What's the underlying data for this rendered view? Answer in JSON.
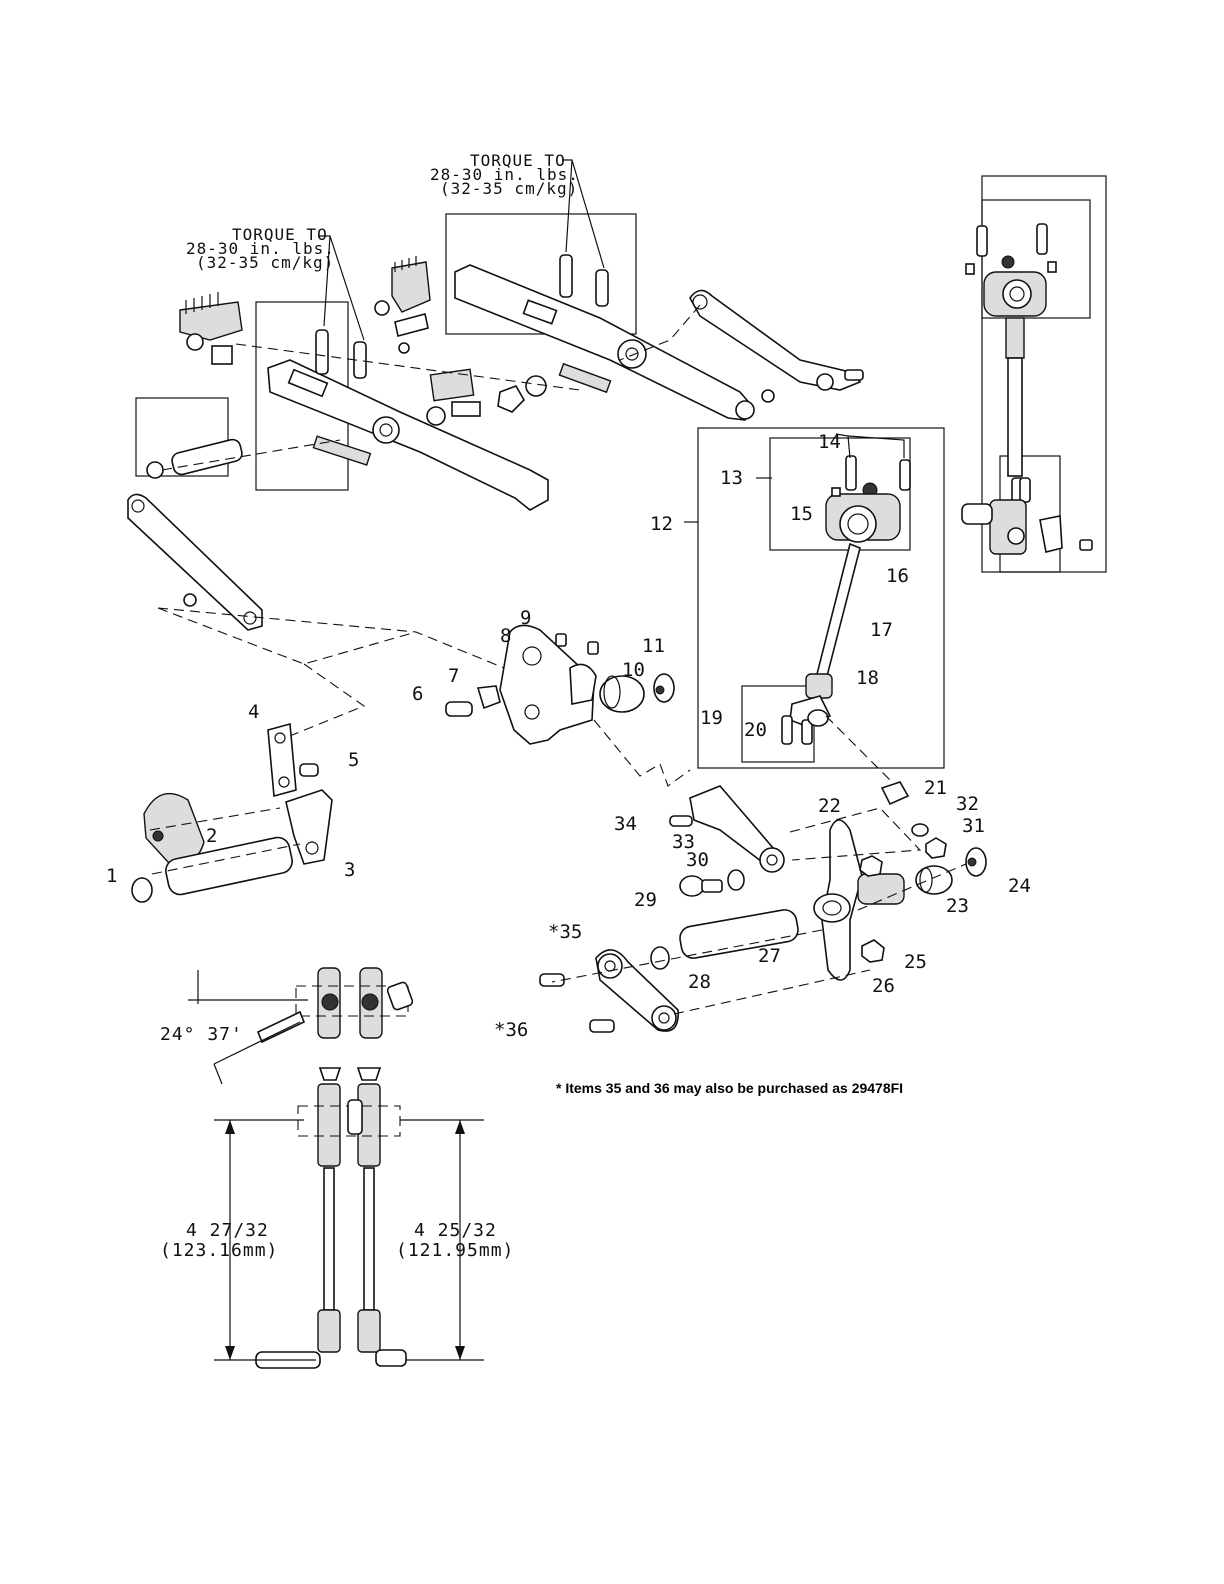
{
  "torque_note_upper": {
    "line1": "TORQUE TO",
    "line2": "28-30 in. lbs.",
    "line3": "(32-35 cm/kg)"
  },
  "torque_note_left": {
    "line1": "TORQUE TO",
    "line2": "28-30 in. lbs.",
    "line3": "(32-35 cm/kg)"
  },
  "callouts": [
    "1",
    "2",
    "3",
    "4",
    "5",
    "6",
    "7",
    "8",
    "9",
    "10",
    "11",
    "12",
    "13",
    "14",
    "15",
    "16",
    "17",
    "18",
    "19",
    "20",
    "21",
    "22",
    "23",
    "24",
    "25",
    "26",
    "27",
    "28",
    "29",
    "30",
    "31",
    "32",
    "33",
    "34",
    "*35",
    "*36"
  ],
  "angle_label": "24° 37'",
  "dimension_left": {
    "fraction": "4 27/32",
    "metric": "(123.16mm)"
  },
  "dimension_right": {
    "fraction": "4 25/32",
    "metric": "(121.95mm)"
  },
  "purchase_note": "* Items 35 and 36 may also be purchased as 29478FI"
}
